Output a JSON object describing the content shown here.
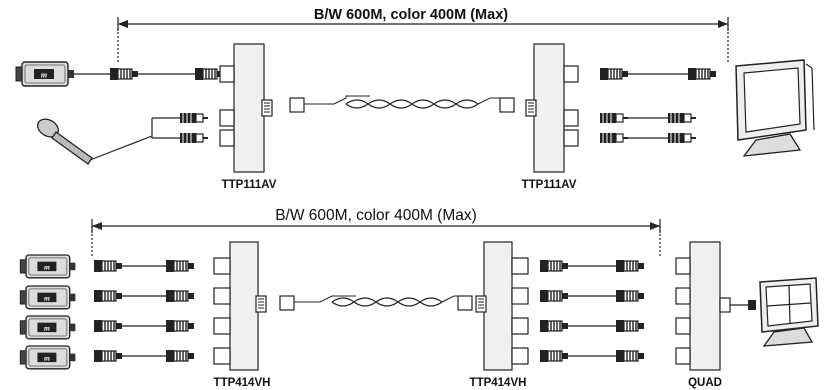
{
  "top_section": {
    "distance_label": "B/W 600M, color 400M (Max)",
    "left_unit_label": "TTP111AV",
    "right_unit_label": "TTP111AV"
  },
  "bottom_section": {
    "distance_label": "B/W 600M, color 400M (Max)",
    "left_unit_label": "TTP414VH",
    "right_unit_label": "TTP414VH",
    "quad_label": "QUAD"
  }
}
